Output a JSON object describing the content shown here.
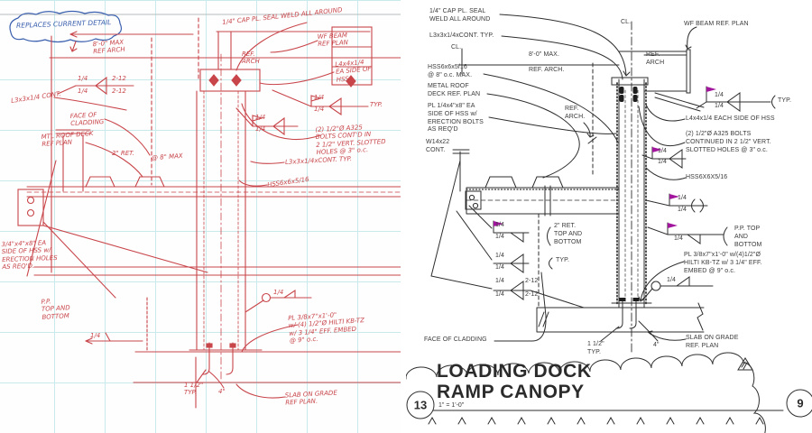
{
  "colors": {
    "ink": "#c8454a",
    "blue": "#3a5fae",
    "grid": "#c9eaea",
    "cad": "#2e2e2e",
    "cadtext": "#3a3a3a",
    "flag": "#a2169e"
  },
  "sketch": {
    "cloud_note": "REPLACES CURRENT DETAIL",
    "q": "1/4",
    "t212": "2-12",
    "typ": "TYP.",
    "labels": {
      "dim": "8'-0\" MAX\nREF ARCH",
      "cap": "1/4\" CAP PL. SEAL WELD ALL AROUND",
      "wf": "WF BEAM\nREF PLAN",
      "refarch": "REF.\nARCH",
      "l4x4": "L4x4x1/4\nEA SIDE OF\nHSS",
      "a325": "(2) 1/2\"Ø A325\nBOLTS CONT'D IN\n2 1/2\" VERT. SLOTTED\nHOLES @ 3\" o.c.",
      "l3x3c": "L3x3x1/4 CONT.",
      "face": "FACE OF\nCLADDING",
      "roof": "MTL ROOF DECK\nREF PLAN",
      "ret2": "2\" RET.",
      "max8": "@ 8\" MAX",
      "l3x3t": "L3x3x1/4xCONT. TYP.",
      "hss": "HSS6x6x5/16",
      "pl14": "3/4\"x4\"x8\" EA\nSIDE OF HSS w/\nERECTION HOLES\nAS REQ'D.",
      "pp": "P.P.\nTOP AND\nBOTTOM",
      "hilti": "PL 3/8x7\"x1'-0\"\nw/ (4) 1/2\"Ø HILTI KB-TZ\nw/ 3 1/4\" EFF. EMBED\n@ 9\" o.c.",
      "slab": "SLAB ON GRADE\nREF PLAN.",
      "d15": "1 1/2\"\nTYP.",
      "d4": "4\""
    }
  },
  "cad": {
    "q": "1/4",
    "t212": "2-12",
    "typ": "TYP.",
    "title1": "LOADING DOCK",
    "title2": "RAMP CANOPY",
    "detail_number": "13",
    "ref_number": "9",
    "scale": "1\" = 1'-0\"",
    "labels": {
      "cap": "1/4\" CAP PL. SEAL\nWELD ALL AROUND",
      "l3x3": "L3x3x1/4xCONT. TYP.",
      "cl_l": "CL.",
      "dim": "8'-0\" MAX.",
      "refarch_d": "REF. ARCH.",
      "hss_l": "HSS6x6x5/16\n@ 8\" o.c. MAX.",
      "roof": "METAL ROOF\nDECK REF. PLAN",
      "pl_er": "PL 1/4x4\"x8\" EA\nSIDE OF HSS w/\nERECTION BOLTS\nAS REQ'D",
      "refarch_m": "REF.\nARCH.",
      "w14": "W14x22\nCONT.",
      "cl_r": "CL.",
      "wf": "WF BEAM REF. PLAN",
      "refarch_c": "REF.\nARCH",
      "l4x4": "L4x4x1/4 EACH SIDE OF HSS",
      "a325": "(2) 1/2\"Ø A325 BOLTS\nCONTINUED IN 2 1/2\" VERT.\nSLOTTED HOLES @ 3\" o.c.",
      "hss_r": "HSS6X6X5/16",
      "ret2": "2\" RET.\nTOP AND\nBOTTOM",
      "pp": "P.P. TOP\nAND\nBOTTOM",
      "hilti": "PL 3/8x7\"x1'-0\" w/(4)1/2\"Ø\nHILTI KB-TZ w/ 3 1/4\" EFF.\nEMBED @ 9\" o.c.",
      "face": "FACE OF CLADDING",
      "slab": "SLAB ON GRADE\nREF. PLAN",
      "d15": "1 1/2\"\nTYP.",
      "d4": "4\""
    }
  }
}
